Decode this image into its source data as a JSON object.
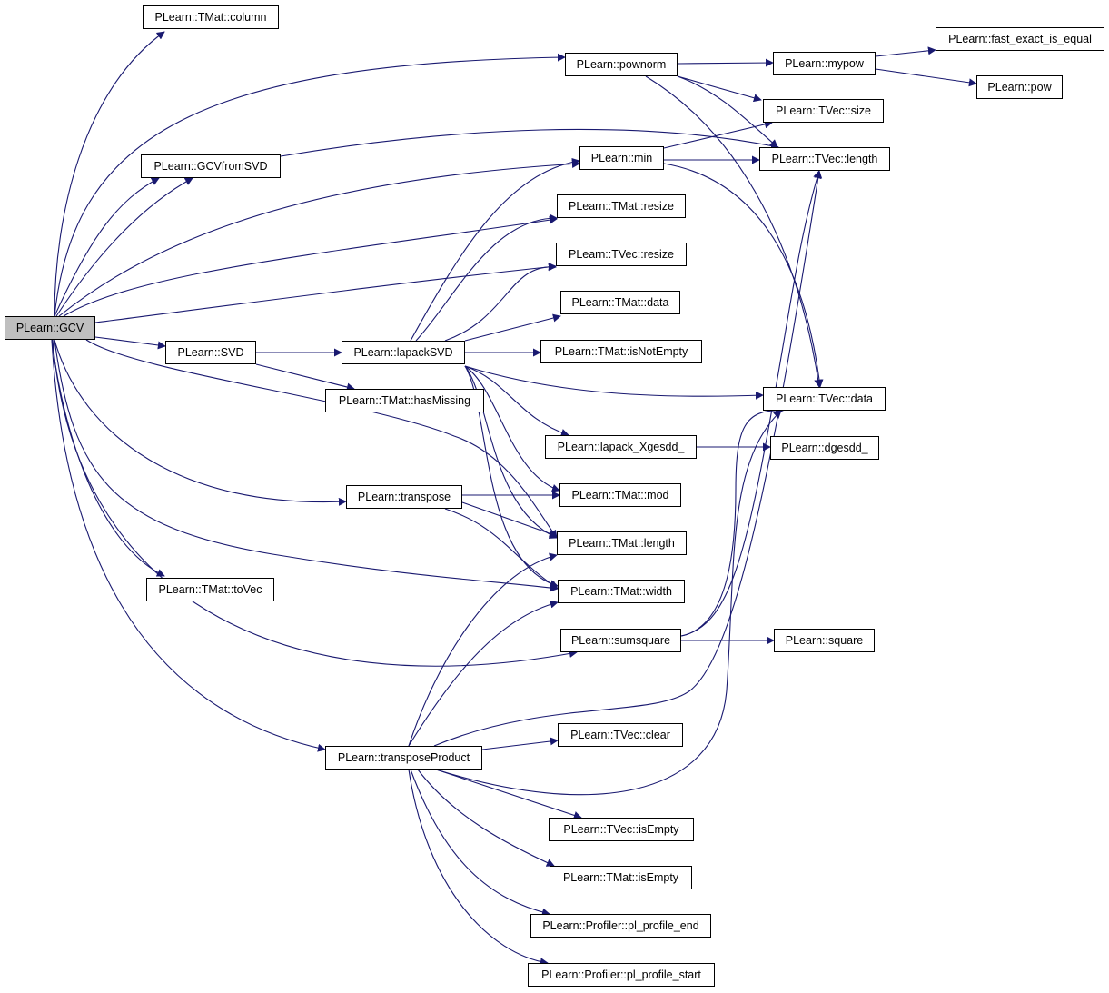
{
  "nodes": {
    "gcv": "PLearn::GCV",
    "tmat_column": "PLearn::TMat::column",
    "pownorm": "PLearn::pownorm",
    "mypow": "PLearn::mypow",
    "fast_exact_is_equal": "PLearn::fast_exact_is_equal",
    "pow": "PLearn::pow",
    "tvec_size": "PLearn::TVec::size",
    "gcvfromsvd": "PLearn::GCVfromSVD",
    "min": "PLearn::min",
    "tvec_length": "PLearn::TVec::length",
    "tmat_resize": "PLearn::TMat::resize",
    "tvec_resize": "PLearn::TVec::resize",
    "tmat_data": "PLearn::TMat::data",
    "svd": "PLearn::SVD",
    "lapacksvd": "PLearn::lapackSVD",
    "tmat_isnotempty": "PLearn::TMat::isNotEmpty",
    "tmat_hasmissing": "PLearn::TMat::hasMissing",
    "tvec_data": "PLearn::TVec::data",
    "lapack_xgesdd": "PLearn::lapack_Xgesdd_",
    "dgesdd": "PLearn::dgesdd_",
    "transpose": "PLearn::transpose",
    "tmat_mod": "PLearn::TMat::mod",
    "tmat_length": "PLearn::TMat::length",
    "tmat_tovec": "PLearn::TMat::toVec",
    "tmat_width": "PLearn::TMat::width",
    "sumsquare": "PLearn::sumsquare",
    "square": "PLearn::square",
    "tvec_clear": "PLearn::TVec::clear",
    "transposeproduct": "PLearn::transposeProduct",
    "tvec_isempty": "PLearn::TVec::isEmpty",
    "tmat_isempty": "PLearn::TMat::isEmpty",
    "pl_profile_end": "PLearn::Profiler::pl_profile_end",
    "pl_profile_start": "PLearn::Profiler::pl_profile_start"
  },
  "colors": {
    "edge": "#191970",
    "root_fill": "#bfbfbf",
    "node_fill": "#ffffff",
    "node_border": "#000000"
  }
}
